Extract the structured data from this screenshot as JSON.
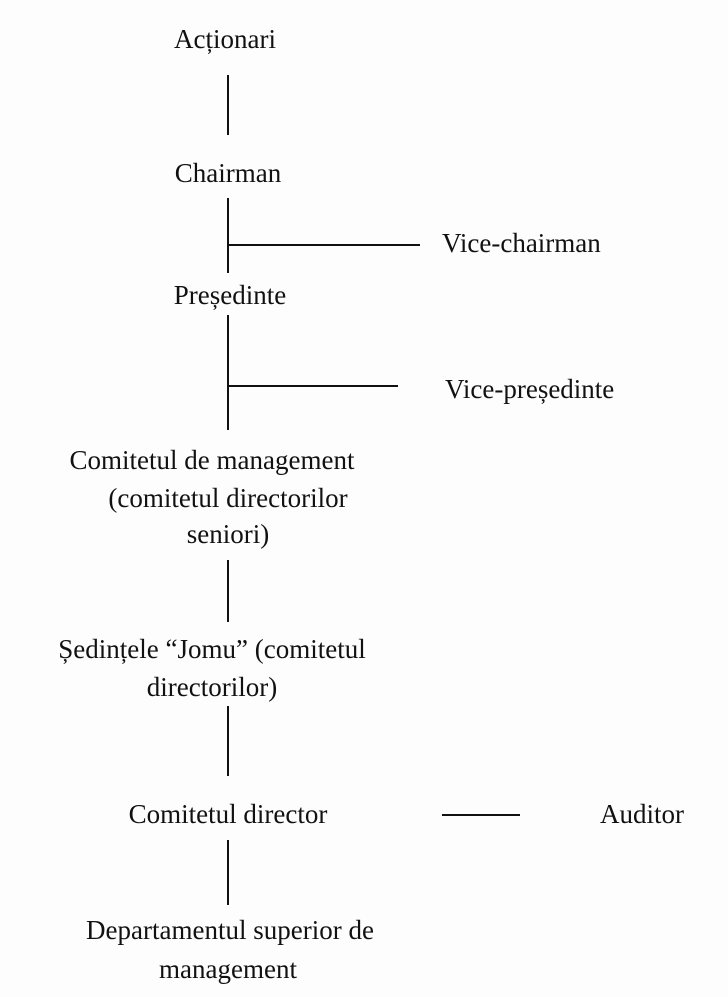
{
  "nodes": {
    "actionari": "Acționari",
    "chairman": "Chairman",
    "vice_chairman": "Vice-chairman",
    "presedinte": "Președinte",
    "vice_presedinte": "Vice-președinte",
    "comitetul_management": [
      "Comitetul de management",
      "(comitetul directorilor",
      "seniori)"
    ],
    "sedintele_jomu": [
      "Ședințele “Jomu” (comitetul",
      "directorilor)"
    ],
    "comitetul_director": "Comitetul director",
    "auditor": "Auditor",
    "departamentul": [
      "Departamentul superior de",
      "management"
    ]
  }
}
